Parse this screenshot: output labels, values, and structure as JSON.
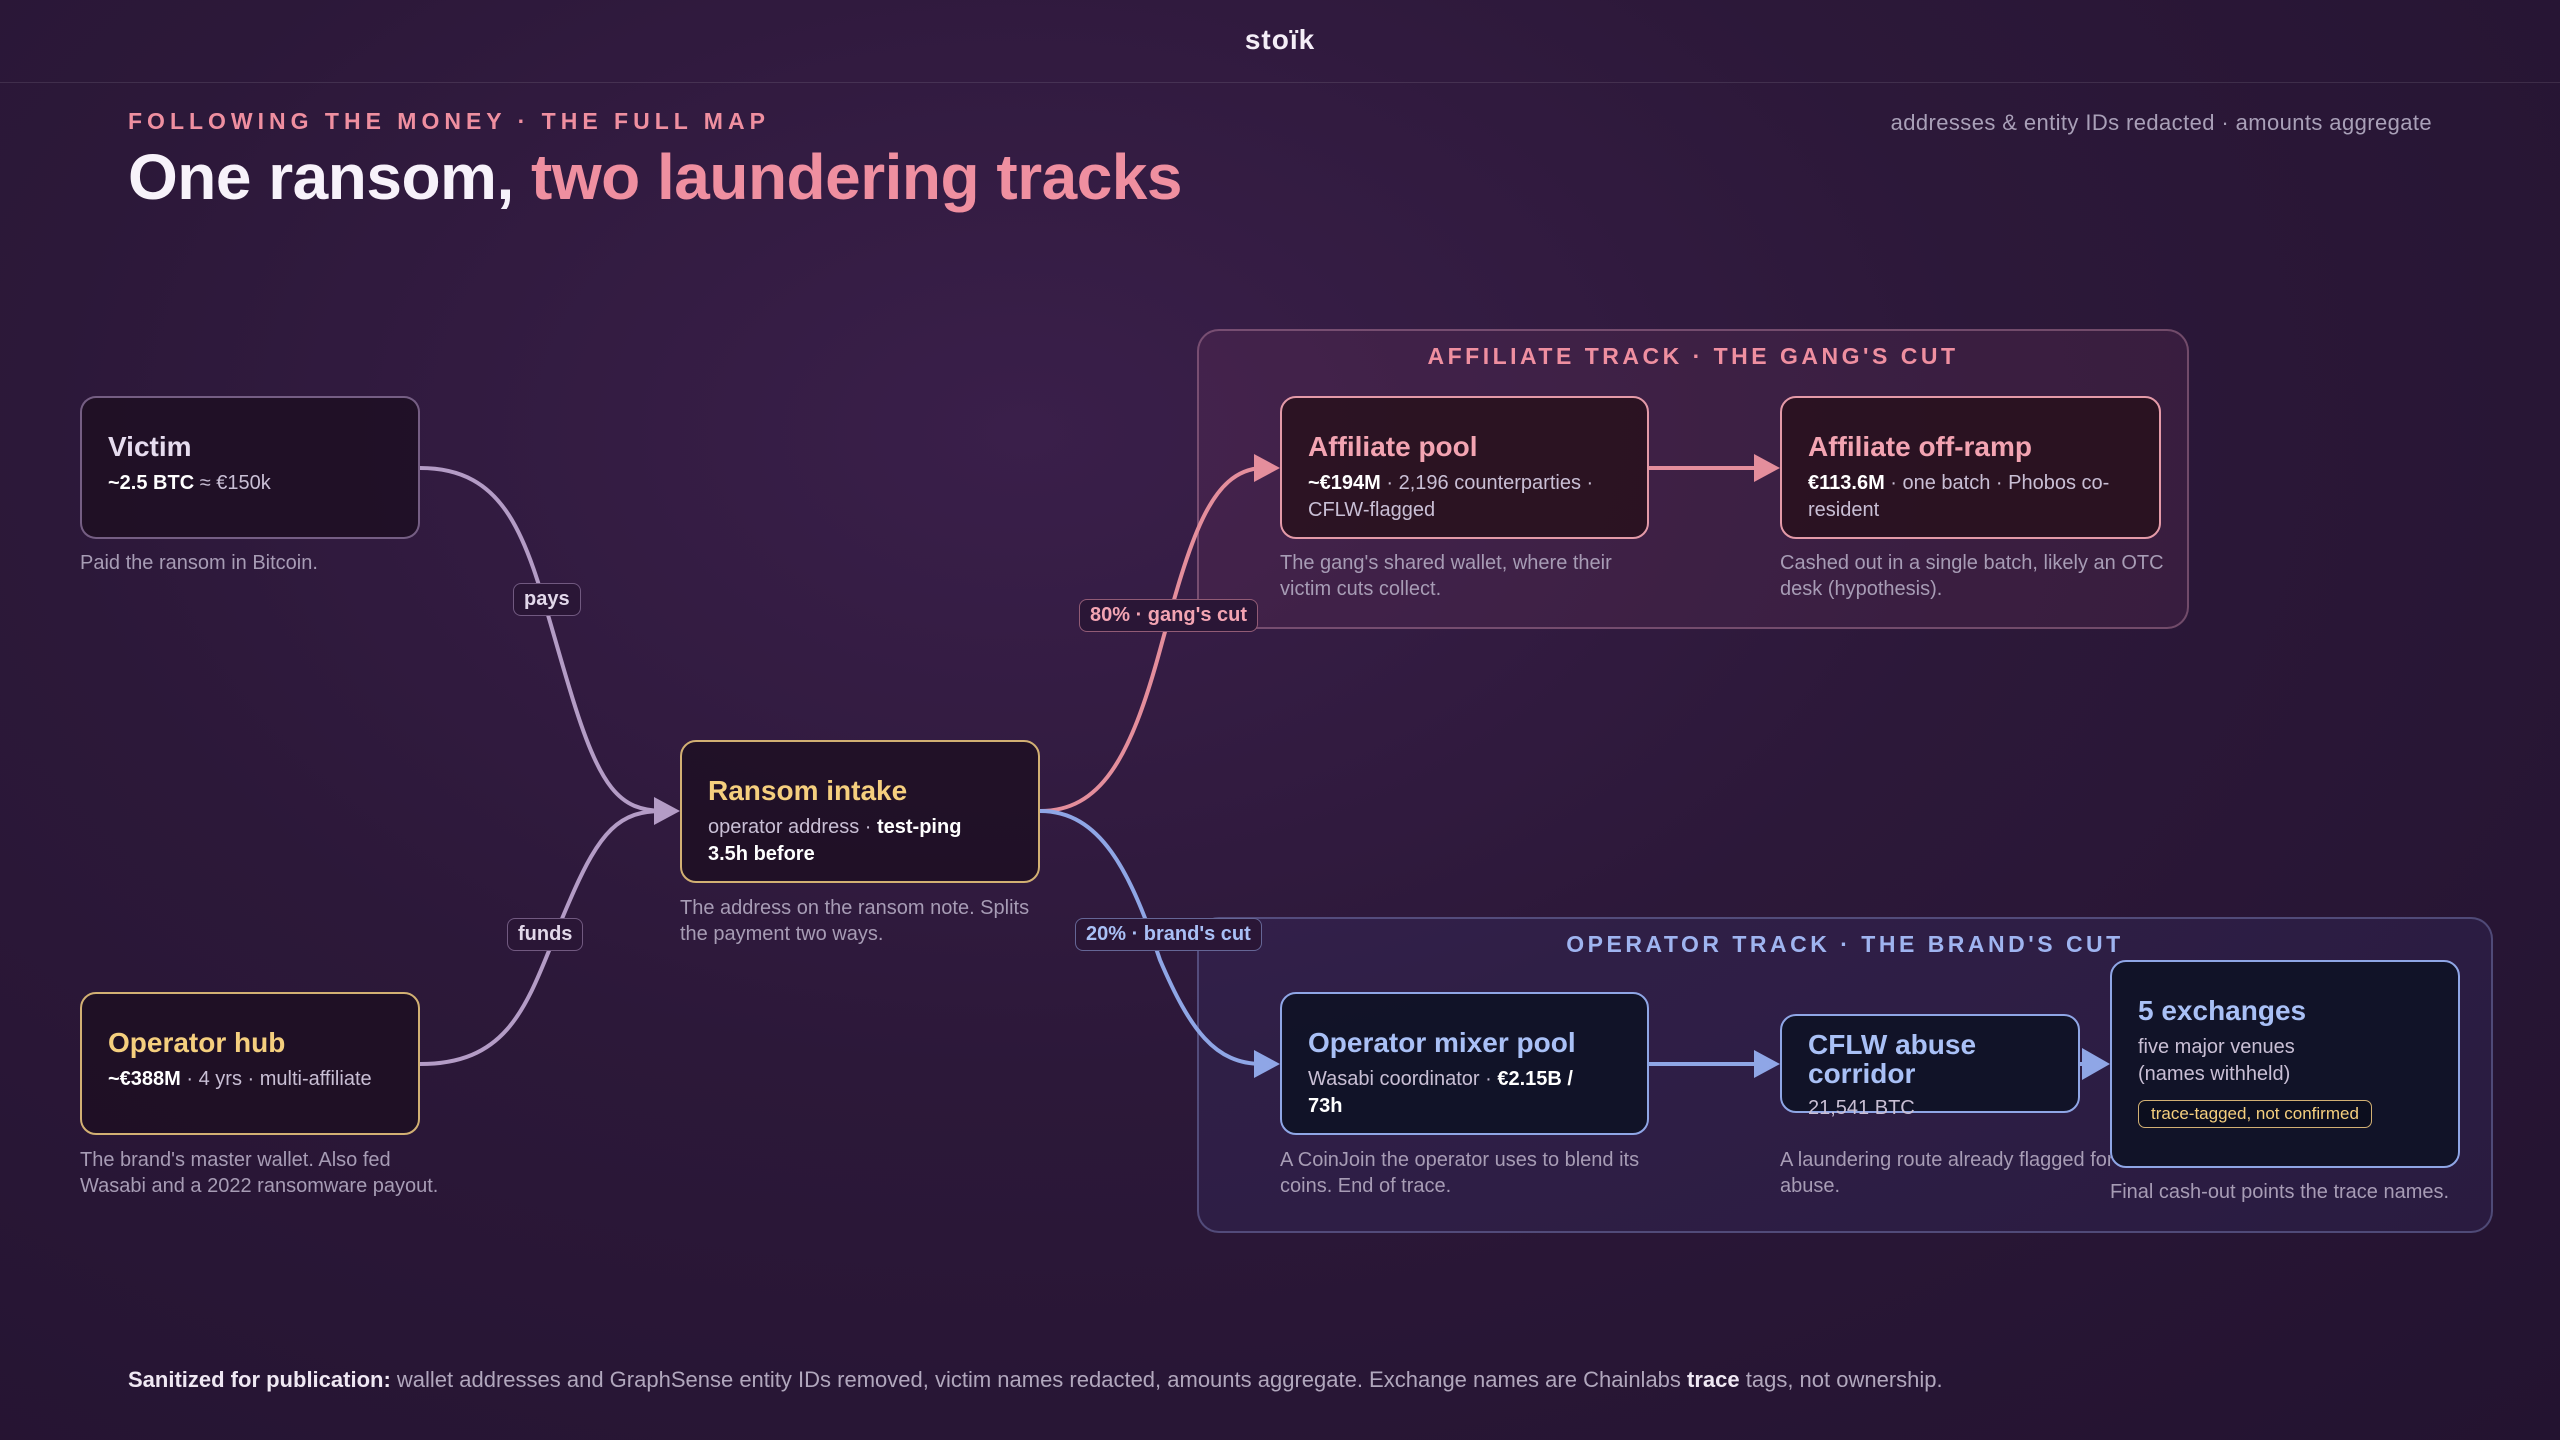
{
  "header": {
    "brand": "stoïk"
  },
  "hero": {
    "eyebrow": "FOLLOWING THE MONEY · THE FULL MAP",
    "title_main": "One ransom,",
    "title_accent": "two laundering tracks",
    "redaction_note": "addresses & entity IDs redacted · amounts aggregate"
  },
  "tracks": {
    "affiliate": {
      "label": "AFFILIATE TRACK · THE GANG'S CUT"
    },
    "operator": {
      "label": "OPERATOR TRACK · THE BRAND'S CUT"
    }
  },
  "nodes": {
    "victim": {
      "title": "Victim",
      "amount": "~2.5 BTC",
      "detail": " ≈ €150k",
      "caption": "Paid the ransom in Bitcoin."
    },
    "operator_hub": {
      "title": "Operator hub",
      "amount": "~€388M",
      "detail": " · 4 yrs · multi-affiliate",
      "caption_1": "The brand's master wallet. Also fed",
      "caption_2": "Wasabi and a 2022 ransomware payout."
    },
    "ransom_intake": {
      "title": "Ransom intake",
      "detail": "operator address · ",
      "bold_1": "test-ping",
      "bold_2": "3.5h before",
      "caption_1": "The address on the ransom note. Splits",
      "caption_2": "the payment two ways."
    },
    "affiliate_pool": {
      "title": "Affiliate pool",
      "amount": "~€194M",
      "detail_1": " · 2,196 counterparties ·",
      "detail_2": "CFLW-flagged",
      "caption_1": "The gang's shared wallet, where their",
      "caption_2": "victim cuts collect."
    },
    "affiliate_offramp": {
      "title": "Affiliate off-ramp",
      "amount": "€113.6M",
      "detail_1": " · one batch · Phobos co-",
      "detail_2": "resident",
      "caption_1": "Cashed out in a single batch, likely an OTC",
      "caption_2": "desk (hypothesis)."
    },
    "operator_mixer": {
      "title": "Operator mixer pool",
      "detail": "Wasabi coordinator · ",
      "bold_1": "€2.15B /",
      "bold_2": "73h",
      "caption_1": "A CoinJoin the operator uses to blend its",
      "caption_2": "coins. End of trace."
    },
    "cflw_corridor": {
      "title_1": "CFLW abuse",
      "title_2": "corridor",
      "detail": "21,541 BTC",
      "caption_1": "A laundering route already flagged for",
      "caption_2": "abuse."
    },
    "exchanges": {
      "title": "5 exchanges",
      "detail_1": "five major venues",
      "detail_2": "(names withheld)",
      "tag": "trace-tagged, not confirmed",
      "caption": "Final cash-out points the trace names."
    }
  },
  "edges": {
    "pays": "pays",
    "funds": "funds",
    "gang_cut": "80% · gang's cut",
    "brand_cut": "20% · brand's cut"
  },
  "footer": {
    "lead": "Sanitized for publication:",
    "text_1": " wallet addresses and GraphSense entity IDs removed, victim names redacted, amounts aggregate. Exchange names are Chainlabs ",
    "trace": "trace",
    "text_2": " tags, not ownership."
  },
  "colors": {
    "neutral_link": "#b49cc6",
    "affiliate_link": "#e48e9c",
    "operator_link": "#8fa6e6",
    "gold": "#f5cf7e"
  }
}
